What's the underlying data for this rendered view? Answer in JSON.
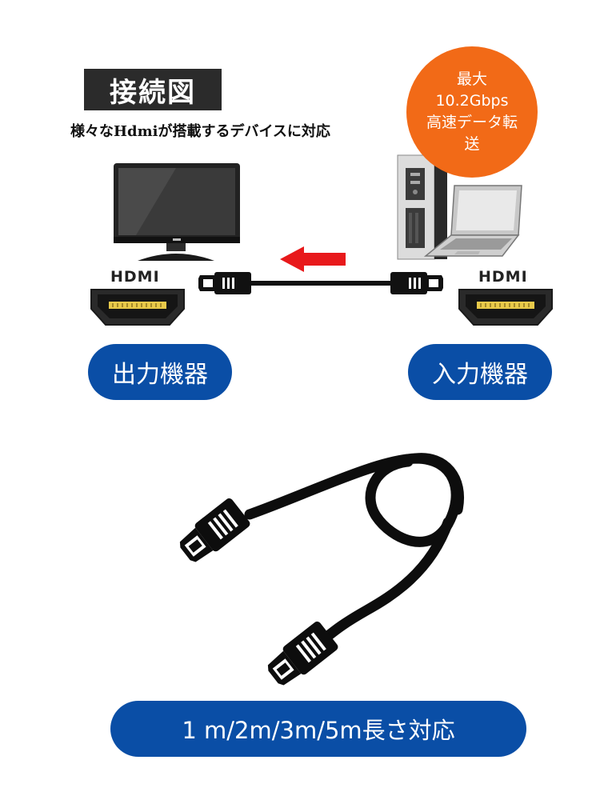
{
  "title": "接続図",
  "subtitle": "様々なHdmiが搭載するデバイスに対応",
  "speed_badge": {
    "line1": "最大",
    "line2": "10.2Gbps",
    "line3": "高速データ転",
    "line4": "送",
    "color": "#f26a17"
  },
  "ports": {
    "left_label": "HDMI",
    "right_label": "HDMI"
  },
  "devices": {
    "output_label": "出力機器",
    "input_label": "入力機器"
  },
  "length_label": "1 m/2m/3m/5m長さ対応",
  "colors": {
    "pill": "#0a4ea6",
    "arrow": "#e8191b",
    "title_bg": "#2b2b2b",
    "port_gold": "#e8c94a"
  },
  "icons": [
    "monitor-icon",
    "desktop-tower-icon",
    "laptop-icon",
    "hdmi-port-icon",
    "hdmi-cable-icon",
    "arrow-left-icon",
    "coiled-hdmi-cable-icon"
  ]
}
